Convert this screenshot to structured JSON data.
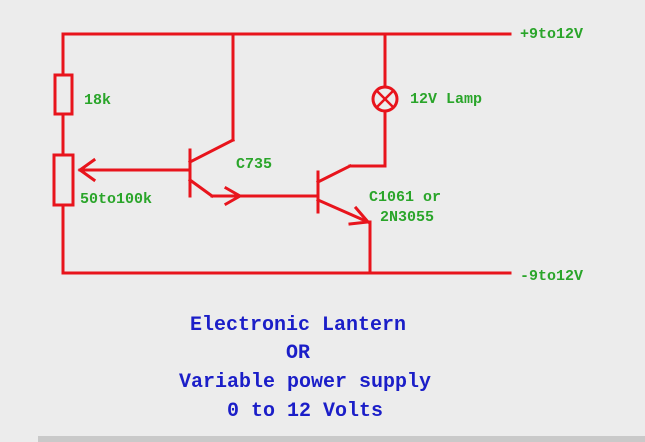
{
  "labels": {
    "supply_positive": "+9to12V",
    "supply_negative": "-9to12V",
    "resistor": "18k",
    "potentiometer": "50to100k",
    "transistor_driver": "C735",
    "transistor_power_line1": "C1061 or",
    "transistor_power_line2": "2N3055",
    "lamp": "12V Lamp"
  },
  "caption": {
    "line1": "Electronic Lantern",
    "line2": "OR",
    "line3": "Variable power supply",
    "line4": "0 to 12 Volts"
  },
  "colors": {
    "wire": "#e8141c",
    "component_label": "#2aa52a",
    "caption": "#1b1ec8",
    "background": "#ececec"
  }
}
